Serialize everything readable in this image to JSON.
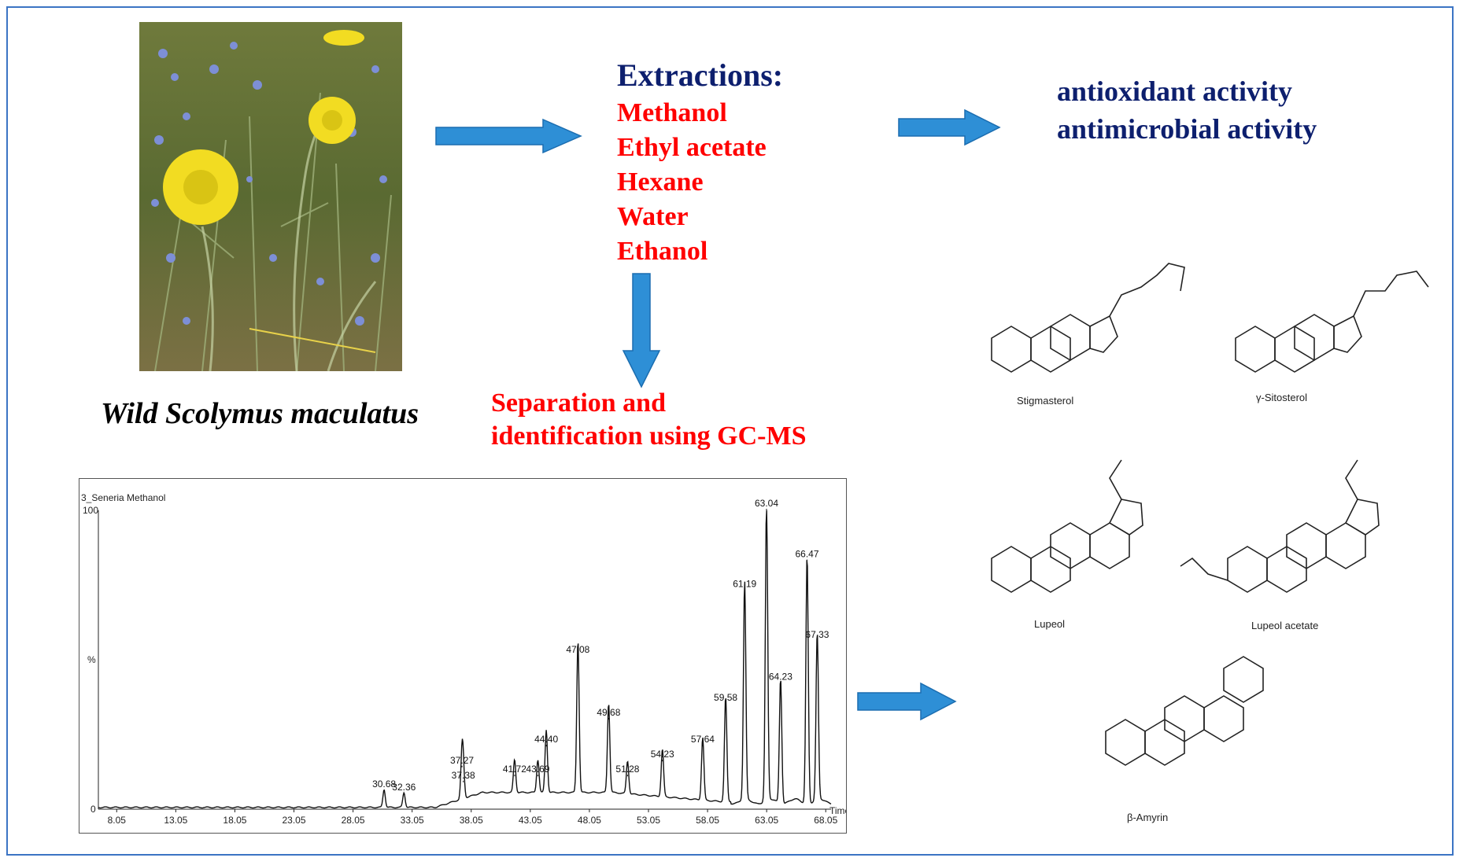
{
  "plant": {
    "caption": "Wild Scolymus maculatus"
  },
  "extractions": {
    "title": "Extractions:",
    "solvents": [
      "Methanol",
      "Ethyl acetate",
      "Hexane",
      "Water",
      "Ethanol"
    ]
  },
  "activities": [
    "antioxidant activity",
    "antimicrobial activity"
  ],
  "separation": [
    "Separation and",
    "identification using GC-MS"
  ],
  "compounds": [
    "Stigmasterol",
    "γ-Sitosterol",
    "Lupeol",
    "Lupeol acetate",
    "β-Amyrin"
  ],
  "colors": {
    "navy": "#0d1f6e",
    "red": "#ff0000",
    "arrow": "#2e8fd6",
    "frame": "#3b74c4"
  },
  "chart_data": {
    "type": "line",
    "title": "3_Seneria Methanol",
    "xlabel": "Time",
    "ylabel": "%",
    "y_top_label": "100",
    "y_bottom_label": "0",
    "xlim": [
      6.5,
      68.5
    ],
    "ylim": [
      0,
      100
    ],
    "x_ticks": [
      "8.05",
      "13.05",
      "18.05",
      "23.05",
      "28.05",
      "33.05",
      "38.05",
      "43.05",
      "48.05",
      "53.05",
      "58.05",
      "63.05",
      "68.05"
    ],
    "peaks": [
      {
        "label": "30.68",
        "x": 30.68,
        "y": 6
      },
      {
        "label": "32.36",
        "x": 32.36,
        "y": 5
      },
      {
        "label": "37.27",
        "x": 37.27,
        "y": 14
      },
      {
        "label": "37.38",
        "x": 37.38,
        "y": 9
      },
      {
        "label": "41.72",
        "x": 41.72,
        "y": 11
      },
      {
        "label": "43.69",
        "x": 43.69,
        "y": 11
      },
      {
        "label": "44.40",
        "x": 44.4,
        "y": 21
      },
      {
        "label": "47.08",
        "x": 47.08,
        "y": 51
      },
      {
        "label": "49.68",
        "x": 49.68,
        "y": 30
      },
      {
        "label": "51.28",
        "x": 51.28,
        "y": 11
      },
      {
        "label": "54.23",
        "x": 54.23,
        "y": 16
      },
      {
        "label": "57.64",
        "x": 57.64,
        "y": 21
      },
      {
        "label": "59.58",
        "x": 59.58,
        "y": 35
      },
      {
        "label": "61.19",
        "x": 61.19,
        "y": 73
      },
      {
        "label": "63.04",
        "x": 63.04,
        "y": 100
      },
      {
        "label": "64.23",
        "x": 64.23,
        "y": 42
      },
      {
        "label": "66.47",
        "x": 66.47,
        "y": 83
      },
      {
        "label": "67.33",
        "x": 67.33,
        "y": 56
      }
    ]
  }
}
